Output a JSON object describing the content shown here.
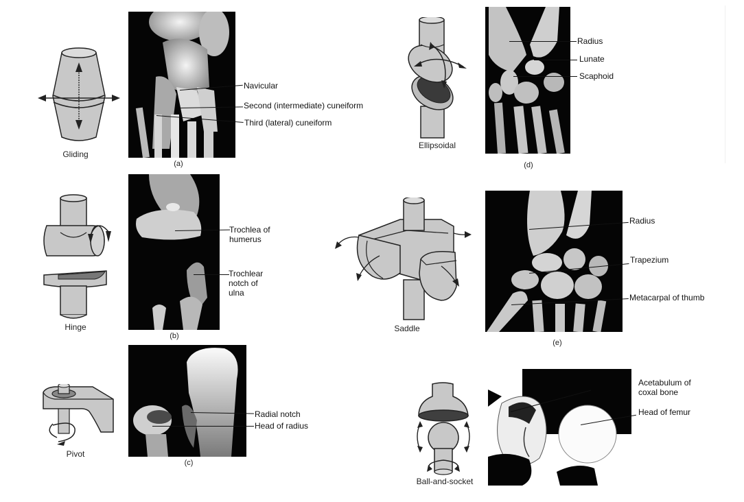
{
  "figure": {
    "panels": [
      {
        "id": "a",
        "letter": "(a)",
        "joint_type": "Gliding",
        "icon": "gliding-joint-icon",
        "labels": [
          "Navicular",
          "Second (intermediate) cuneiform",
          "Third (lateral) cuneiform"
        ]
      },
      {
        "id": "b",
        "letter": "(b)",
        "joint_type": "Hinge",
        "icon": "hinge-joint-icon",
        "labels": [
          "Trochlea of\nhumerus",
          "Trochlear\nnotch of\nulna"
        ]
      },
      {
        "id": "c",
        "letter": "(c)",
        "joint_type": "Pivot",
        "icon": "pivot-joint-icon",
        "labels": [
          "Radial notch",
          "Head of radius"
        ]
      },
      {
        "id": "d",
        "letter": "(d)",
        "joint_type": "Ellipsoidal",
        "icon": "ellipsoidal-joint-icon",
        "labels": [
          "Radius",
          "Lunate",
          "Scaphoid"
        ]
      },
      {
        "id": "e",
        "letter": "(e)",
        "joint_type": "Saddle",
        "icon": "saddle-joint-icon",
        "labels": [
          "Radius",
          "Trapezium",
          "Metacarpal of thumb"
        ]
      },
      {
        "id": "f",
        "letter": "",
        "joint_type": "Ball-and-socket",
        "icon": "ball-and-socket-joint-icon",
        "labels": [
          "Acetabulum of\ncoxal bone",
          "Head of femur"
        ]
      }
    ],
    "colors": {
      "background": "#ffffff",
      "photo_bg": "#050505",
      "bone": "#e8e8e8",
      "icon_fill": "#c8c8c8",
      "icon_stroke": "#222222",
      "text": "#111111"
    }
  }
}
